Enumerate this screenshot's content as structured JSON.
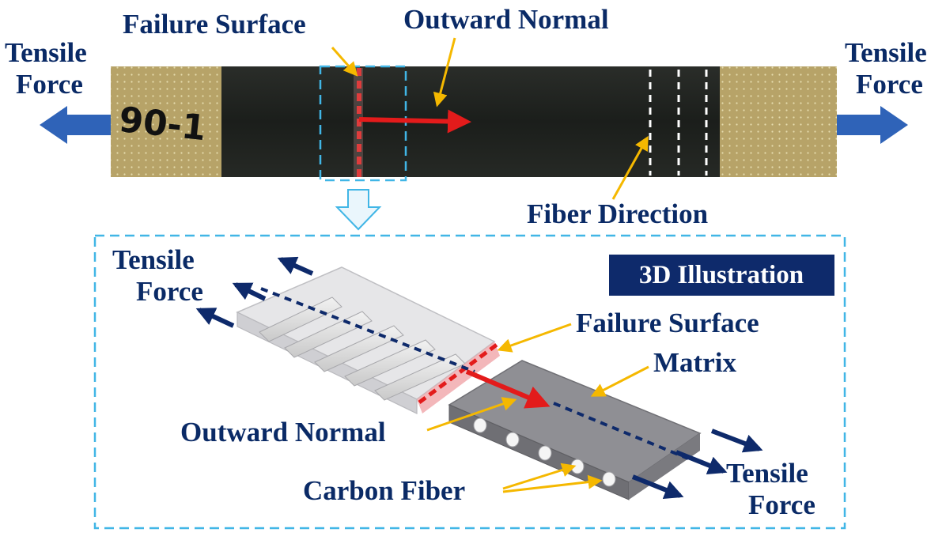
{
  "photo": {
    "specimen_id": "90-1",
    "labels": {
      "failure_surface": "Failure Surface",
      "outward_normal": "Outward Normal",
      "fiber_direction": "Fiber Direction",
      "tensile_left_1": "Tensile",
      "tensile_left_2": "Force",
      "tensile_right_1": "Tensile",
      "tensile_right_2": "Force"
    }
  },
  "illustration": {
    "badge": "3D Illustration",
    "labels": {
      "tensile_upper_1": "Tensile",
      "tensile_upper_2": "Force",
      "failure_surface": "Failure Surface",
      "matrix": "Matrix",
      "outward_normal": "Outward Normal",
      "carbon_fiber": "Carbon Fiber",
      "tensile_lower_1": "Tensile",
      "tensile_lower_2": "Force"
    }
  },
  "colors": {
    "label_text": "#0a2a66",
    "force_arrow": "#2f63b8",
    "dark_arrow": "#0e2a6b",
    "normal_arrow": "#e31b1b",
    "pointer_arrow": "#f5b800",
    "dashed_frame": "#41b6e6",
    "specimen_carbon": "#1d201d",
    "tab_gold": "#b9a46a",
    "badge_bg": "#0e2a6b"
  }
}
